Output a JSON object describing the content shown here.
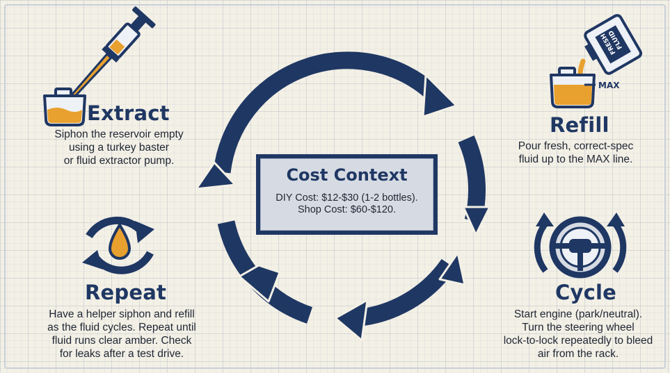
{
  "steps": {
    "extract": {
      "title": "Extract",
      "lines": [
        "Siphon the reservoir empty",
        "using a turkey baster",
        "or fluid extractor pump."
      ]
    },
    "refill": {
      "title": "Refill",
      "lines": [
        "Pour fresh, correct-spec",
        "fluid up to the MAX line."
      ]
    },
    "repeat": {
      "title": "Repeat",
      "lines": [
        "Have a helper siphon and refill",
        "as the fluid cycles. Repeat until",
        "fluid runs clear amber. Check",
        "for leaks after a test drive."
      ]
    },
    "cycle": {
      "title": "Cycle",
      "lines": [
        "Start engine (park/neutral).",
        "Turn the steering wheel",
        "lock-to-lock repeatedly to bleed",
        "air from the rack."
      ]
    }
  },
  "cost": {
    "title": "Cost Context",
    "diy": "DIY Cost: $12-$30 (1-2 bottles).",
    "shop": "Shop Cost: $60-$120."
  },
  "bottle": {
    "label_line1": "FRESH",
    "label_line2": "FLUID"
  },
  "reservoir": {
    "max_label": "MAX"
  },
  "colors": {
    "navy": "#1f3763",
    "fluid": "#e8a02e",
    "background": "#f3f0e6"
  },
  "icons": [
    "syringe-pump-icon",
    "reservoir-icon",
    "fluid-bottle-icon",
    "refill-reservoir-icon",
    "oil-drop-cycle-icon",
    "steering-wheel-icon"
  ]
}
